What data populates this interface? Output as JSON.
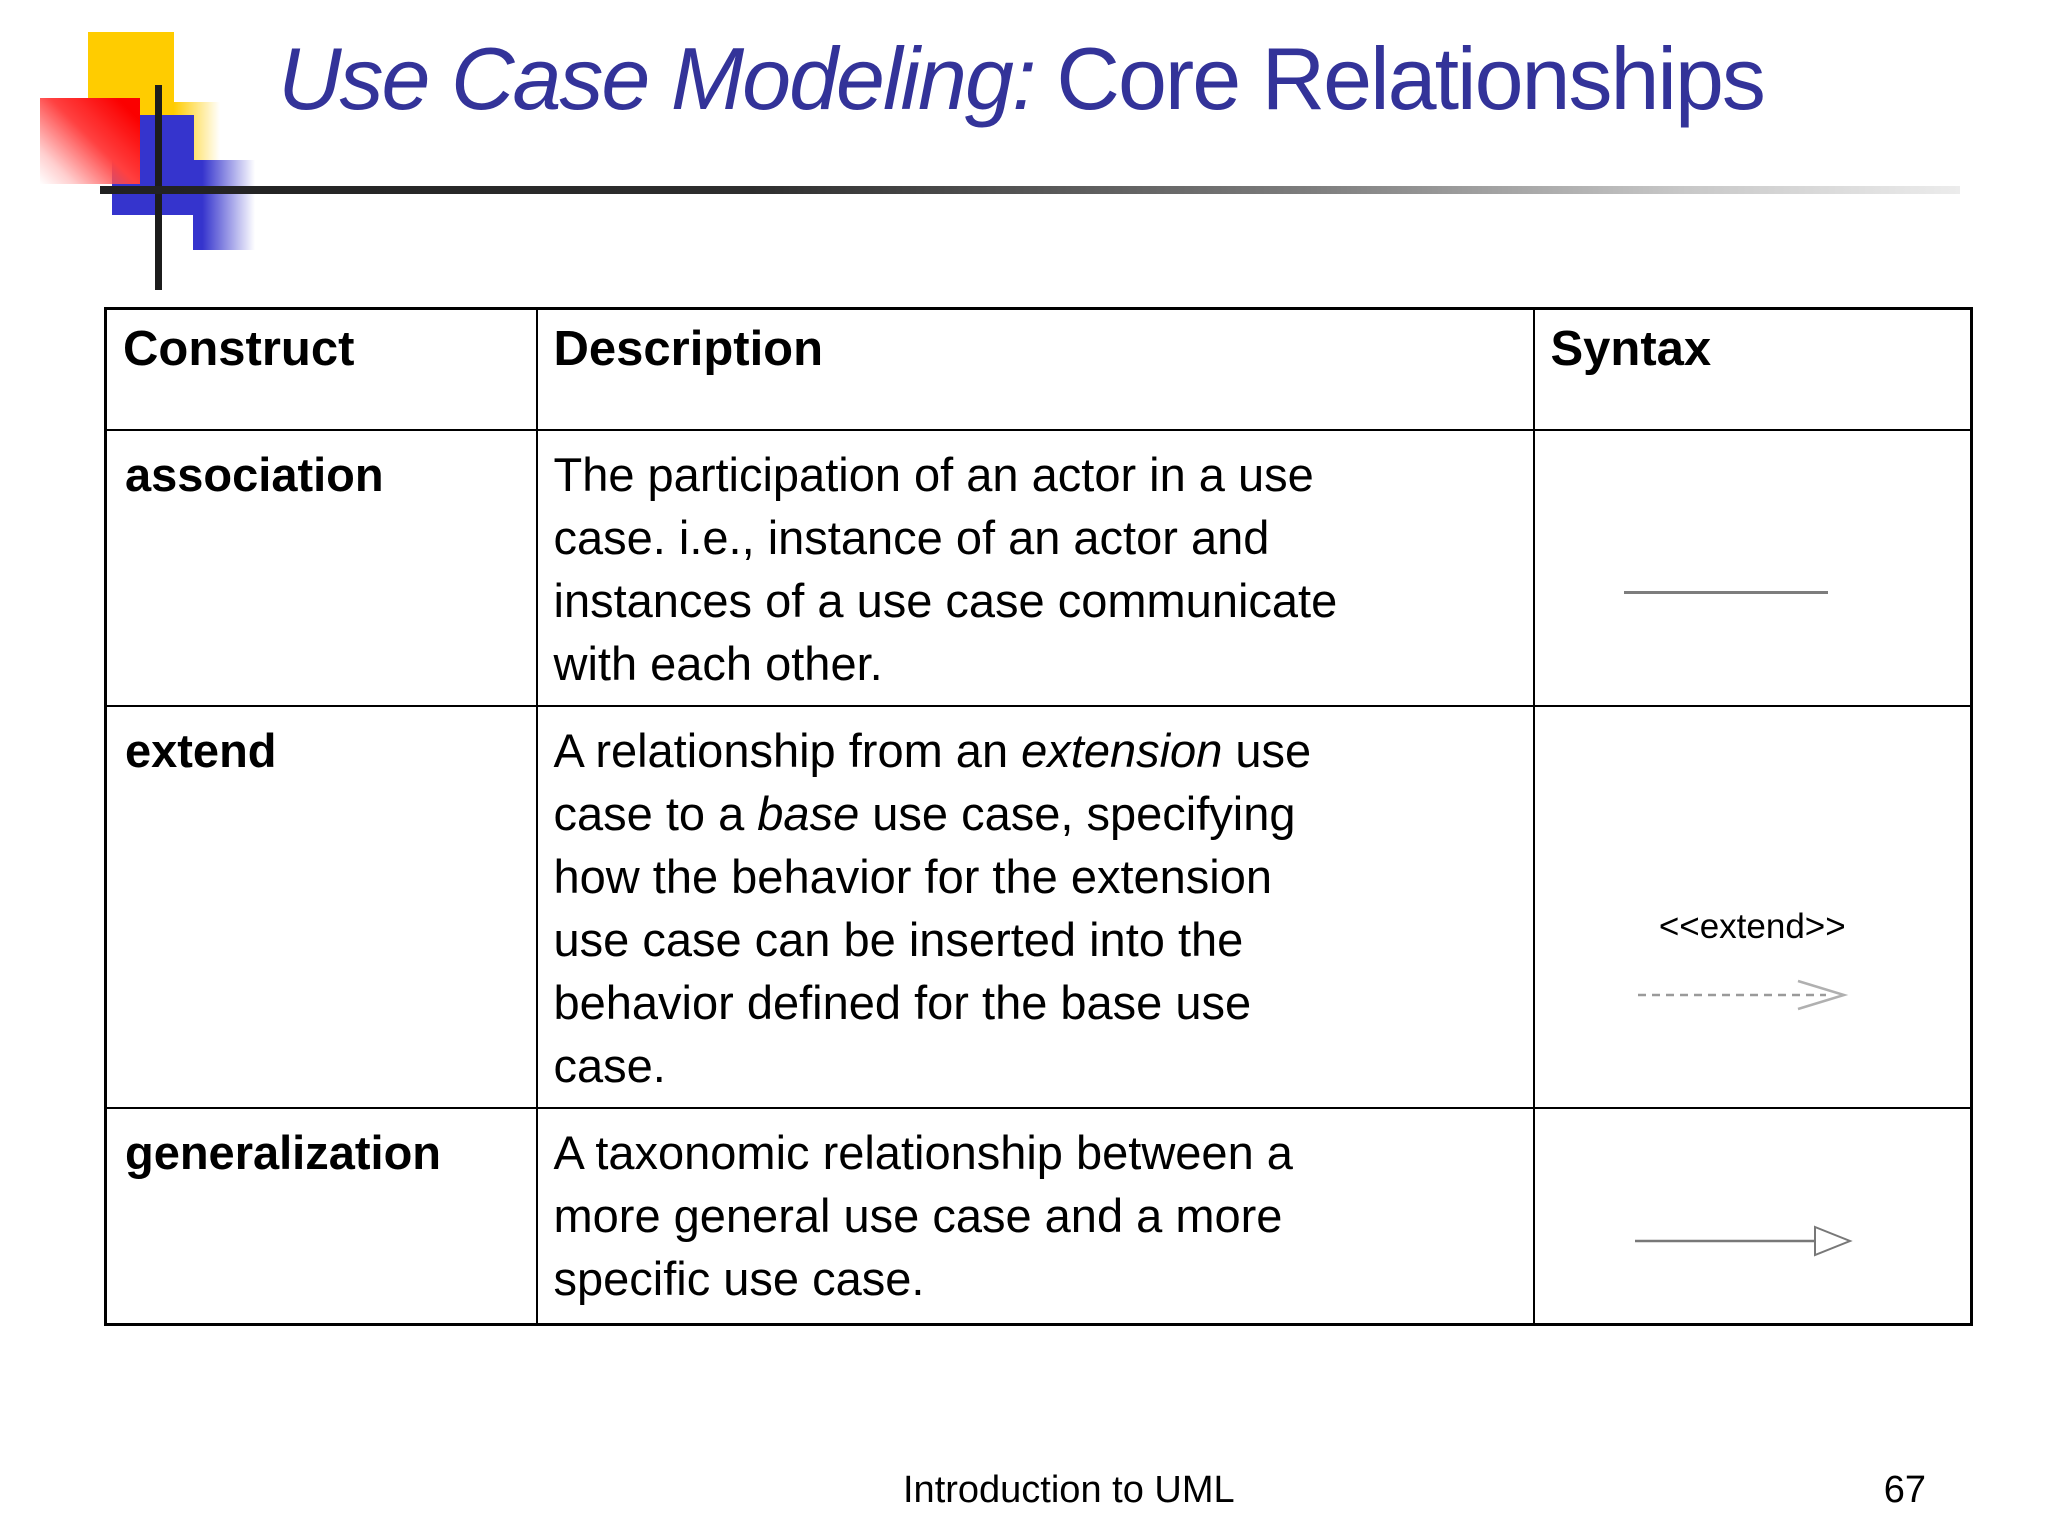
{
  "slide": {
    "title_italic": "Use Case Modeling:",
    "title_regular": "Core Relationships",
    "footer_text": "Introduction to UML",
    "page_number": "67"
  },
  "colors": {
    "title_blue": "#333399",
    "accent_yellow": "#ffcc00",
    "accent_red": "#fb0000",
    "accent_blue": "#3534cd",
    "syntax_gray": "#7d7d7d",
    "table_border": "#000000"
  },
  "table": {
    "headers": [
      "Construct",
      "Description",
      "Syntax"
    ],
    "rows": [
      {
        "construct": "association",
        "description": "The participation of an actor in a use\ncase. i.e., instance of an actor and\ninstances of a use case communicate\nwith each other.",
        "syntax_icon": "plain-line"
      },
      {
        "construct": "extend",
        "description_parts": [
          {
            "text": "A relationship from an "
          },
          {
            "text": "extension",
            "italic": true
          },
          {
            "text": " use\ncase to a "
          },
          {
            "text": "base",
            "italic": true
          },
          {
            "text": " use case, specifying\nhow the behavior for the extension\nuse case can be inserted into the\nbehavior defined for the base use\ncase."
          }
        ],
        "syntax_label": "<<extend>>",
        "syntax_icon": "dashed-open-arrow"
      },
      {
        "construct": "generalization",
        "description": "A taxonomic relationship between a\nmore general use case and a more\nspecific use case.",
        "syntax_icon": "solid-line-hollow-triangle"
      }
    ]
  }
}
